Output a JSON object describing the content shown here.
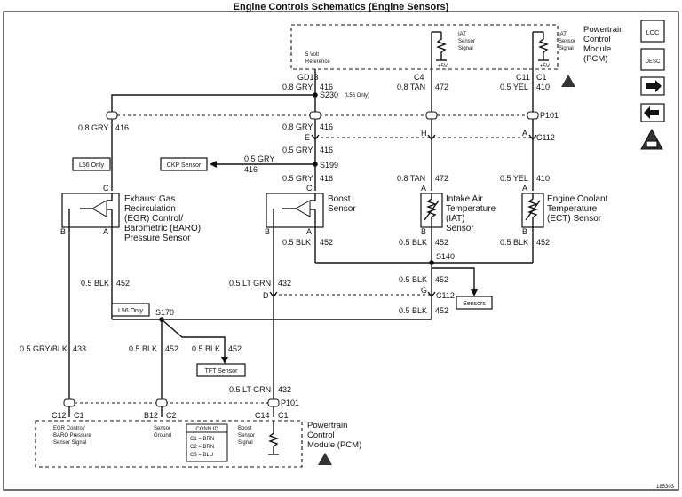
{
  "title": "Engine Controls Schematics (Engine Sensors)",
  "doc_number": "185303",
  "pcm_top": {
    "lines": [
      "Powertrain",
      "Control",
      "Module",
      "(PCM)"
    ],
    "five_volt": [
      "5 Volt",
      "Reference"
    ],
    "iat_signal": [
      "IAT",
      "Sensor",
      "Signal"
    ],
    "ect_signal": [
      "IAT",
      "Sensor",
      "Signal"
    ],
    "plus5v": "+5V"
  },
  "pins_top": {
    "gd13": "GD13",
    "c4": "C4",
    "c11": "C11",
    "c1": "C1"
  },
  "wires": {
    "gry416_a": "0.8 GRY",
    "n416": "416",
    "tan472": "0.8 TAN",
    "n472": "472",
    "yel410": "0.5 YEL",
    "n410": "410",
    "gry416_left": "0.8 GRY",
    "gry416_mid": "0.8 GRY",
    "gry416_e": "0.5 GRY",
    "gry416_ckp": "0.5 GRY",
    "gry416_boost": "0.5 GRY",
    "tan472_b": "0.8 TAN",
    "yel410_b": "0.5 YEL",
    "blk452": "0.5 BLK",
    "n452": "452",
    "ltgrn432": "0.5 LT GRN",
    "n432": "432",
    "grybl433": "0.5 GRY/BLK",
    "n433": "433"
  },
  "splices": {
    "s230": "S230",
    "s230_note": "(L56 Only)",
    "s199": "S199",
    "s140": "S140",
    "s170": "S170"
  },
  "connectors": {
    "p101": "P101",
    "c112": "C112",
    "e": "E",
    "h": "H",
    "a": "A",
    "g": "G",
    "d": "D"
  },
  "labels": {
    "l56_only": "L56 Only",
    "ckp_sensor": "CKP Sensor",
    "sensors": "Sensors",
    "tft_sensor": "TFT Sensor"
  },
  "components": {
    "egr": [
      "Exhaust Gas",
      "Recirculation",
      "(EGR) Control/",
      "Barometric (BARO)",
      "Pressure Sensor"
    ],
    "boost": [
      "Boost",
      "Sensor"
    ],
    "iat": [
      "Intake Air",
      "Temperature",
      "(IAT)",
      "Sensor"
    ],
    "ect": [
      "Engine Coolant",
      "Temperature",
      "(ECT) Sensor"
    ]
  },
  "pin_letters": {
    "a": "A",
    "b": "B",
    "c": "C"
  },
  "pcm_bottom": {
    "lines": [
      "Powertrain",
      "Control",
      "Module (PCM)"
    ],
    "pins": [
      "C12",
      "C1",
      "B12",
      "C2",
      "C14",
      "C1"
    ],
    "egr_sig": [
      "EGR Control/",
      "BARO Pressure",
      "Sensor Signal"
    ],
    "sensor_ground": [
      "Sensor",
      "Ground"
    ],
    "boost_sig": [
      "Boost",
      "Sensor",
      "Signal"
    ],
    "conn_id_title": "CONN ID",
    "conn_id_rows": [
      "C1 = BRN",
      "C2 = BRN",
      "C3 = BLU"
    ]
  },
  "nav": {
    "loc": "LOC",
    "desc": "DESC",
    "next_icon": "arrow-right-icon",
    "prev_icon": "arrow-left-icon",
    "esd_icon": "esd-warning-icon"
  }
}
